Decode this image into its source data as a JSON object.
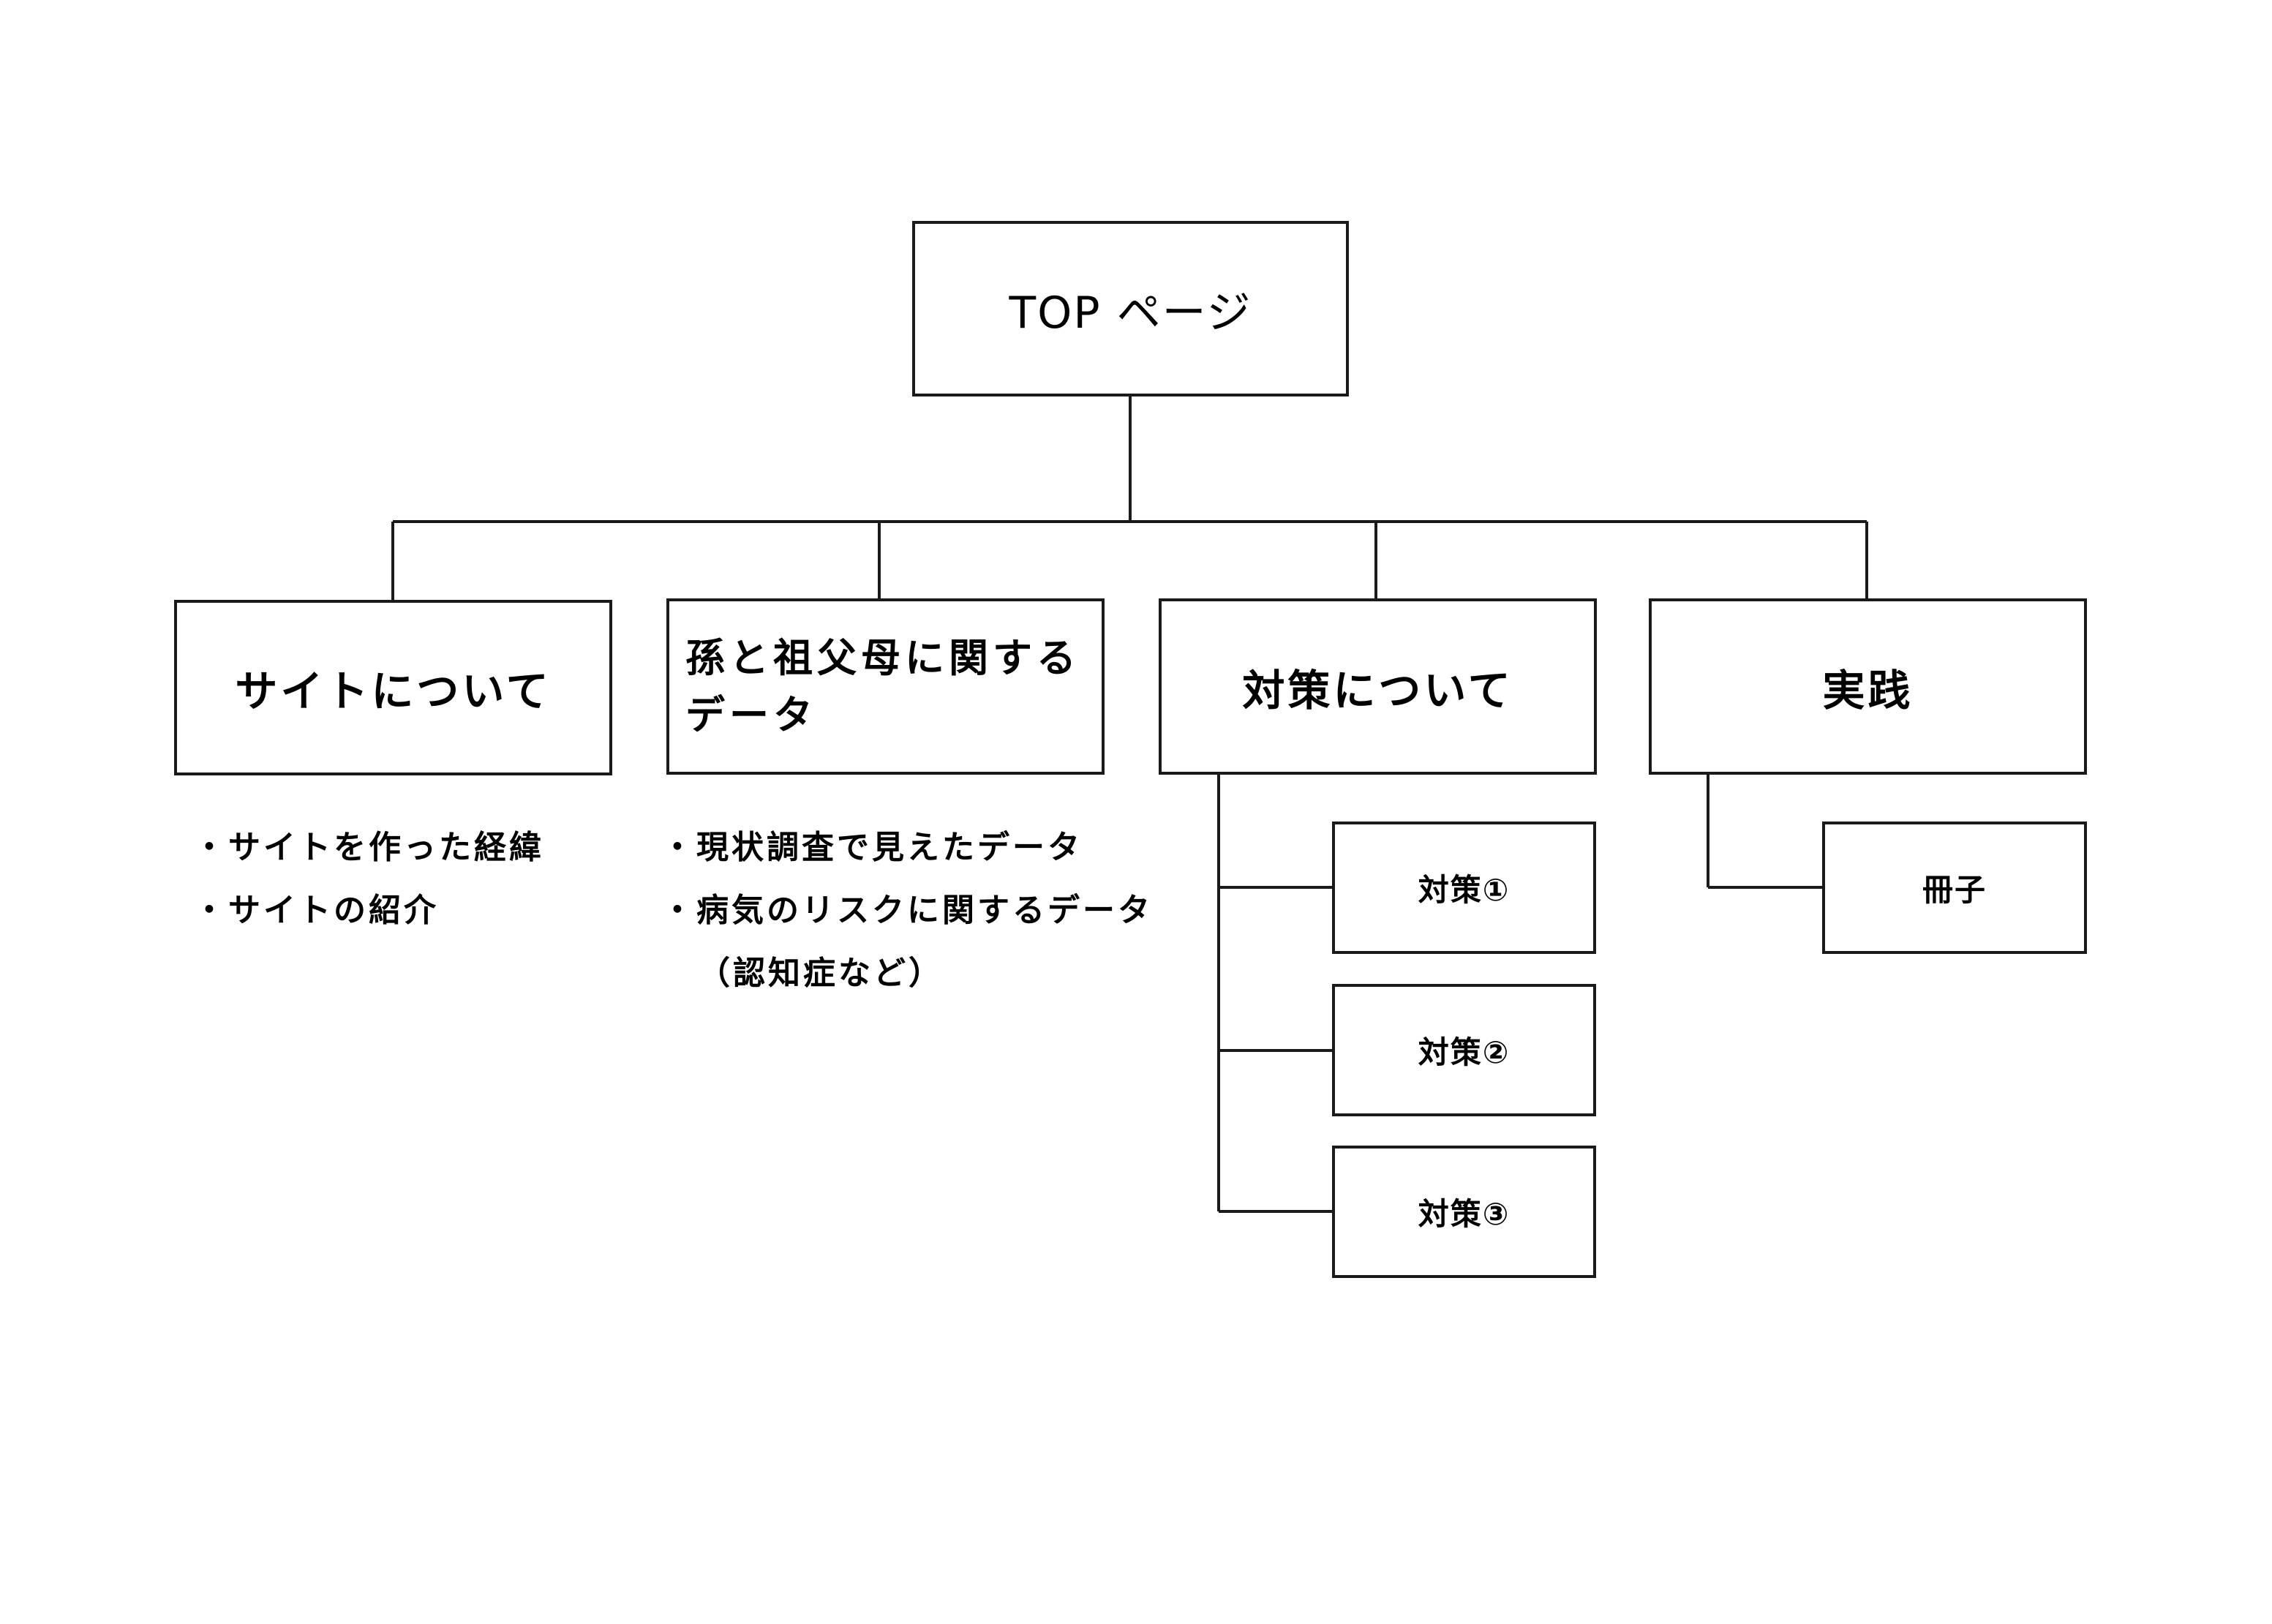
{
  "top": {
    "label": "TOP ページ"
  },
  "categories": [
    {
      "id": "about-site",
      "label": "サイトについて"
    },
    {
      "id": "grandchild-data",
      "label": "孫と祖父母に関する\nデータ"
    },
    {
      "id": "measures",
      "label": "対策について"
    },
    {
      "id": "practice",
      "label": "実践"
    }
  ],
  "notes": {
    "about_site": [
      "・サイトを作った経緯",
      "・サイトの紹介"
    ],
    "grandchild_data": [
      "・現状調査で見えたデータ",
      "・病気のリスクに関するデータ",
      "（認知症など）"
    ]
  },
  "measures_children": [
    {
      "label": "対策①"
    },
    {
      "label": "対策②"
    },
    {
      "label": "対策③"
    }
  ],
  "practice_children": [
    {
      "label": "冊子"
    }
  ]
}
